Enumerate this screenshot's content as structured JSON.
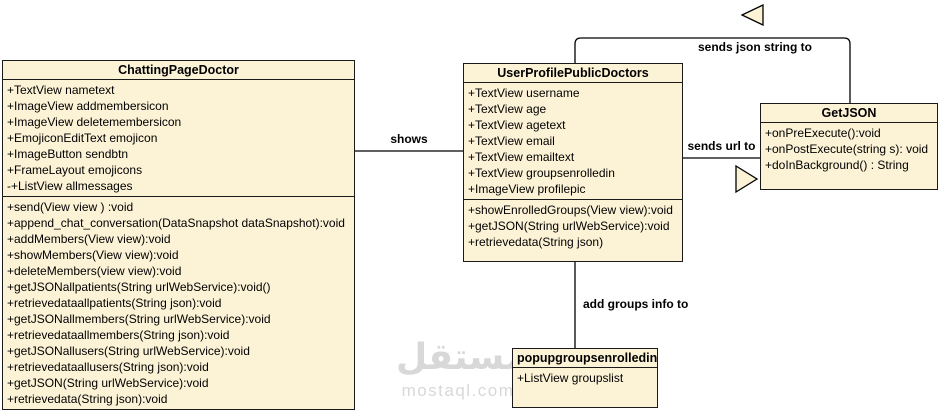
{
  "diagram": {
    "type": "uml-class-diagram",
    "colors": {
      "box_fill": "#FCF2D6",
      "box_border": "#1A1A1A",
      "line": "#000000",
      "watermark": "#D8D8D8"
    },
    "classes": [
      {
        "title": "ChattingPageDoctor",
        "attributes": [
          "+TextView nametext",
          "+ImageView addmembersicon",
          "+ImageView deletemembersicon",
          "+EmojiconEditText emojicon",
          "+ImageButton sendbtn",
          "+FrameLayout emojicons",
          "-+ListView allmessages"
        ],
        "methods": [
          "+send(View view ) :void",
          "+append_chat_conversation(DataSnapshot dataSnapshot):void",
          "+addMembers(View view):void",
          "+showMembers(View view):void",
          "+deleteMembers(view view):void",
          "+getJSONallpatients(String urlWebService):void()",
          "+retrievedataallpatients(String json):void",
          "+getJSONallmembers(String urlWebService):void",
          "+retrievedataallmembers(String json):void",
          "+getJSONallusers(String urlWebService):void",
          "+retrievedataallusers(String json):void",
          "+getJSON(String urlWebService):void",
          "+retrievedata(String json):void"
        ]
      },
      {
        "title": "UserProfilePublicDoctors",
        "attributes": [
          "+TextView username",
          "+TextView age",
          "+TextView agetext",
          "+TextView email",
          "+TextView emailtext",
          "+TextView groupsenrolledin",
          "+ImageView profilepic"
        ],
        "methods": [
          "+showEnrolledGroups(View view):void",
          "+getJSON(String urlWebService):void",
          "+retrievedata(String json)"
        ]
      },
      {
        "title": "GetJSON",
        "methods": [
          "+onPreExecute():void",
          "+onPostExecute(string s): void",
          "+doInBackground() : String"
        ]
      },
      {
        "title": "popupgroupsenrolledin",
        "attributes": [
          "+ListView groupslist"
        ]
      }
    ],
    "edges": [
      {
        "label": "shows"
      },
      {
        "label": "sends url to"
      },
      {
        "label": "sends json string to"
      },
      {
        "label": "add groups info to"
      }
    ],
    "watermark": {
      "arabic": "مستقل",
      "latin": "mostaql.com"
    }
  }
}
